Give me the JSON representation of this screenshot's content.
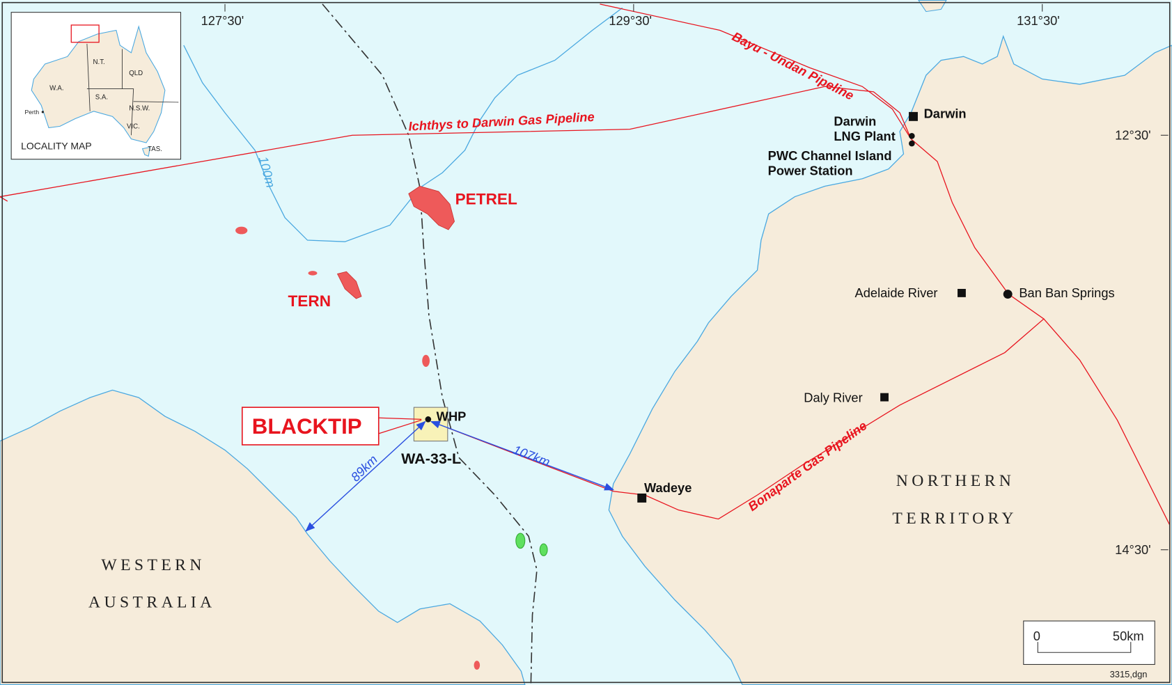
{
  "map": {
    "colors": {
      "sea": "#e2f8fb",
      "land": "#f6ecdb",
      "pipeline": "#e8141e",
      "coast": "#4aa8e0",
      "distance": "#2a4fe0",
      "field_gas": "#ee5a5a",
      "field_oil": "#5fe05f"
    },
    "longitude_labels": [
      "127°30'",
      "129°30'",
      "131°30'"
    ],
    "latitude_labels": [
      "12°30'",
      "14°30'"
    ],
    "regions": {
      "northern_territory": [
        "NORTHERN",
        "TERRITORY"
      ],
      "western_australia": [
        "WESTERN",
        "AUSTRALIA"
      ]
    },
    "fields": {
      "petrel": "PETREL",
      "tern": "TERN",
      "blacktip": "BLACKTIP"
    },
    "permit": "WA-33-L",
    "platform": "WHP",
    "contour": "100m",
    "places": {
      "darwin": "Darwin",
      "lng_plant": [
        "Darwin",
        "LNG Plant"
      ],
      "power_station": [
        "PWC Channel Island",
        "Power Station"
      ],
      "adelaide_river": "Adelaide River",
      "ban_ban_springs": "Ban Ban Springs",
      "daly_river": "Daly River",
      "wadeye": "Wadeye"
    },
    "pipelines": {
      "bayu_undan": "Bayu - Undan Pipeline",
      "ichthys": "Ichthys to Darwin Gas Pipeline",
      "bonaparte": "Bonaparte Gas Pipeline"
    },
    "distances": {
      "to_wa": "89km",
      "to_wadeye": "107km"
    },
    "scale_bar": {
      "start": "0",
      "end": "50km"
    },
    "file_ref": "3315,dgn"
  },
  "locality_map": {
    "title": "LOCALITY MAP",
    "states": [
      "W.A.",
      "N.T.",
      "QLD",
      "S.A.",
      "N.S.W.",
      "VIC.",
      "TAS."
    ],
    "city": "Perth"
  }
}
